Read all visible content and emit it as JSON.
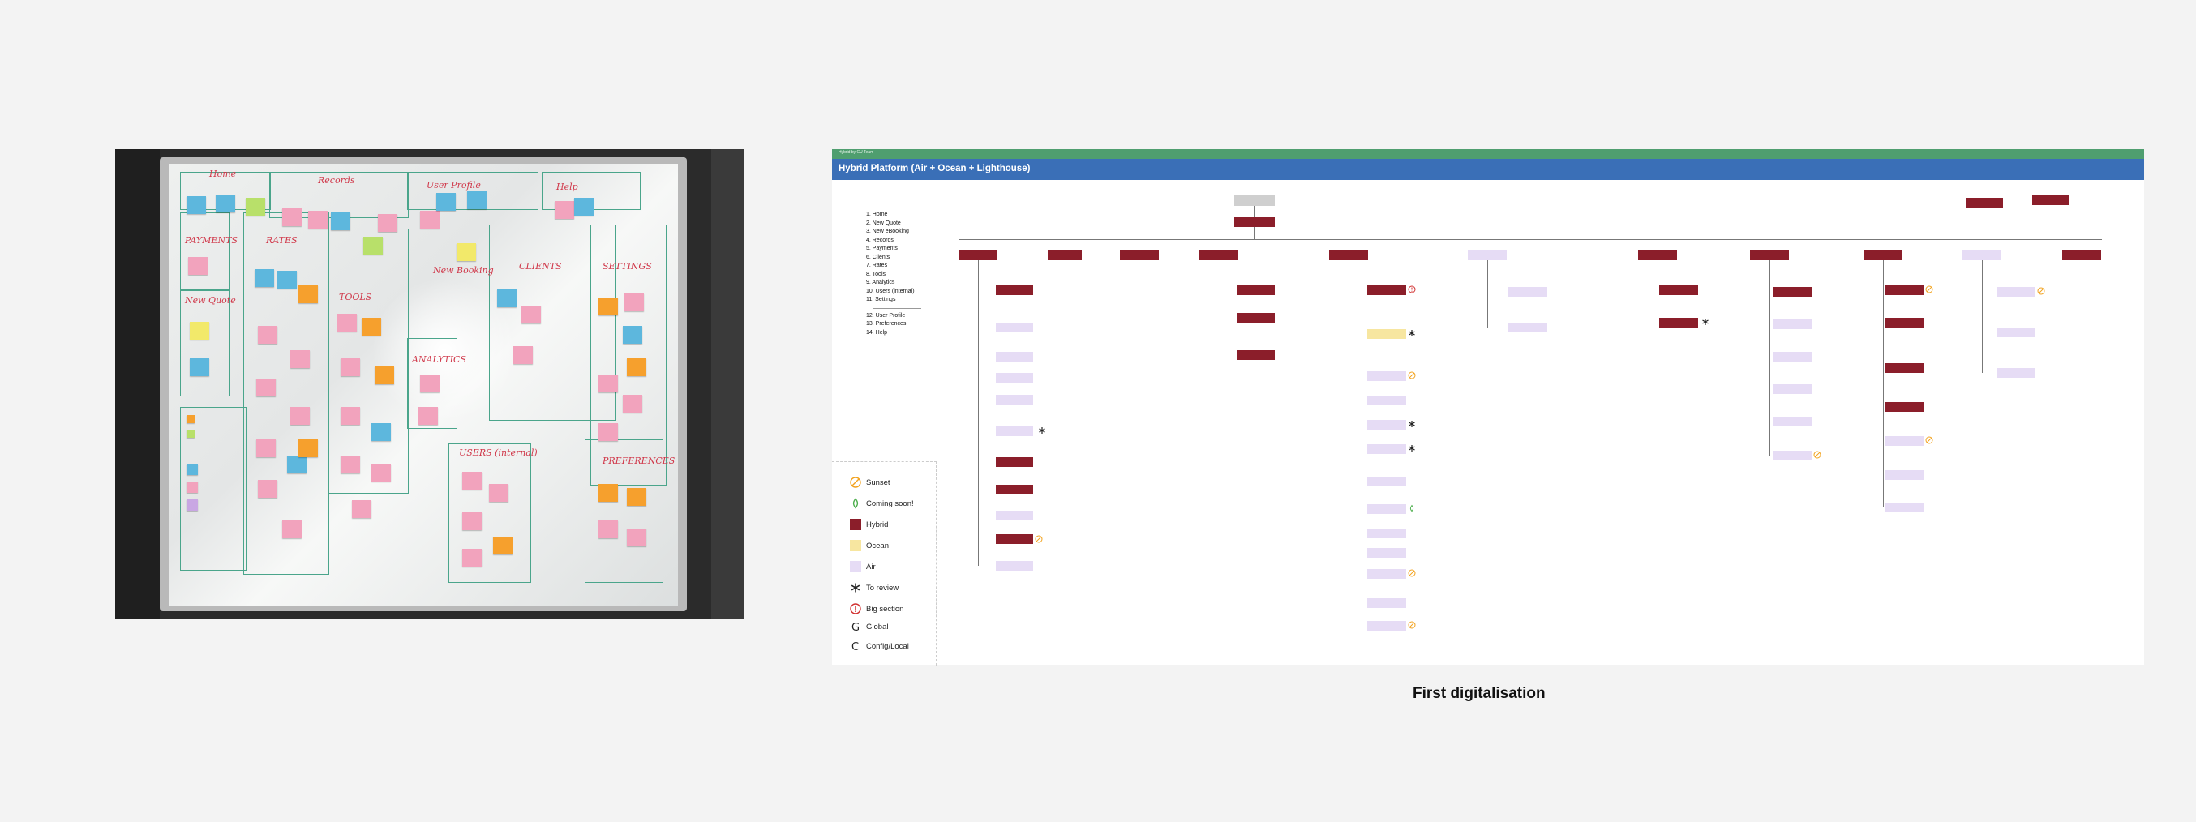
{
  "panel": {
    "banner": "Hybrid by CU Team",
    "title": "Hybrid Platform (Air + Ocean + Lighthouse)"
  },
  "toc": [
    "1. Home",
    "2. New Quote",
    "3. New eBooking",
    "4. Records",
    "5. Payments",
    "6. Clients",
    "7. Rates",
    "8. Tools",
    "9. Analytics",
    "10. Users (internal)",
    "11. Settings",
    "12. User Profile",
    "13. Preferences",
    "14. Help"
  ],
  "legend": [
    {
      "label": "Sunset",
      "icon": "sunset-icon",
      "color": "#f2a21d"
    },
    {
      "label": "Coming soon!",
      "icon": "coming-soon-icon",
      "color": "#4cae4c"
    },
    {
      "label": "Hybrid",
      "icon": "hybrid-swatch",
      "color": "#8b1e2a"
    },
    {
      "label": "Ocean",
      "icon": "ocean-swatch",
      "color": "#f7e6a0"
    },
    {
      "label": "Air",
      "icon": "air-swatch",
      "color": "#e6dcf5"
    },
    {
      "label": "To review",
      "icon": "asterisk-icon",
      "color": "#222222"
    },
    {
      "label": "Big section",
      "icon": "exclamation-icon",
      "color": "#d13030"
    },
    {
      "label": "Global",
      "icon": "global-letter-icon",
      "color": "#222222"
    },
    {
      "label": "Config/Local",
      "icon": "config-letter-icon",
      "color": "#222222"
    }
  ],
  "caption": "First digitalisation"
}
